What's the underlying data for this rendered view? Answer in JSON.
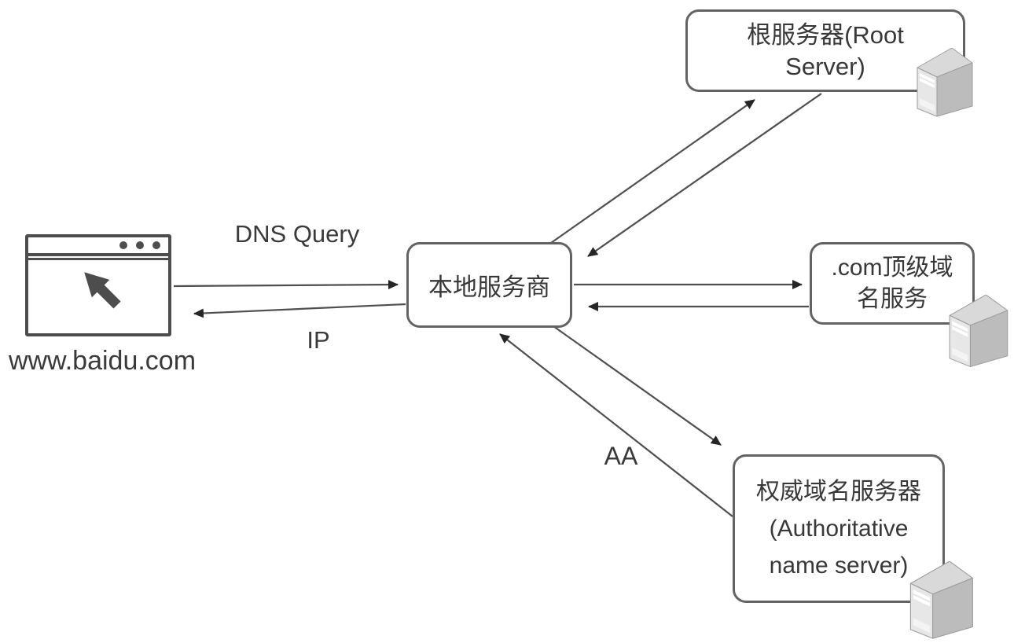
{
  "client": {
    "caption": "www.baidu.com"
  },
  "nodes": {
    "local_dns": {
      "label": "本地服务商",
      "lines": [
        "本地服务商"
      ]
    },
    "root_server": {
      "label": "根服务器(Root Server)",
      "lines": [
        "根服务器(Root",
        "Server)"
      ]
    },
    "tld_server": {
      "label": ".com顶级域名服务",
      "lines": [
        ".com顶级域",
        "名服务"
      ]
    },
    "authoritative_server": {
      "label": "权威域名服务器 (Authoritative name server)",
      "lines": [
        "权威域名服务器",
        "(Authoritative",
        "name server)"
      ]
    }
  },
  "edge_labels": {
    "query": "DNS Query",
    "response": "IP",
    "authoritative_answer": "AA"
  },
  "colors": {
    "background": "#ffffff",
    "box_border": "#636363",
    "text": "#383838",
    "arrow": "#4f4f4f",
    "arrowhead": "#262626",
    "browser_outline": "#4d4d4d",
    "server_front": "#e7e7e7",
    "server_side": "#bcbcbc",
    "server_top": "#d9d9d9"
  }
}
